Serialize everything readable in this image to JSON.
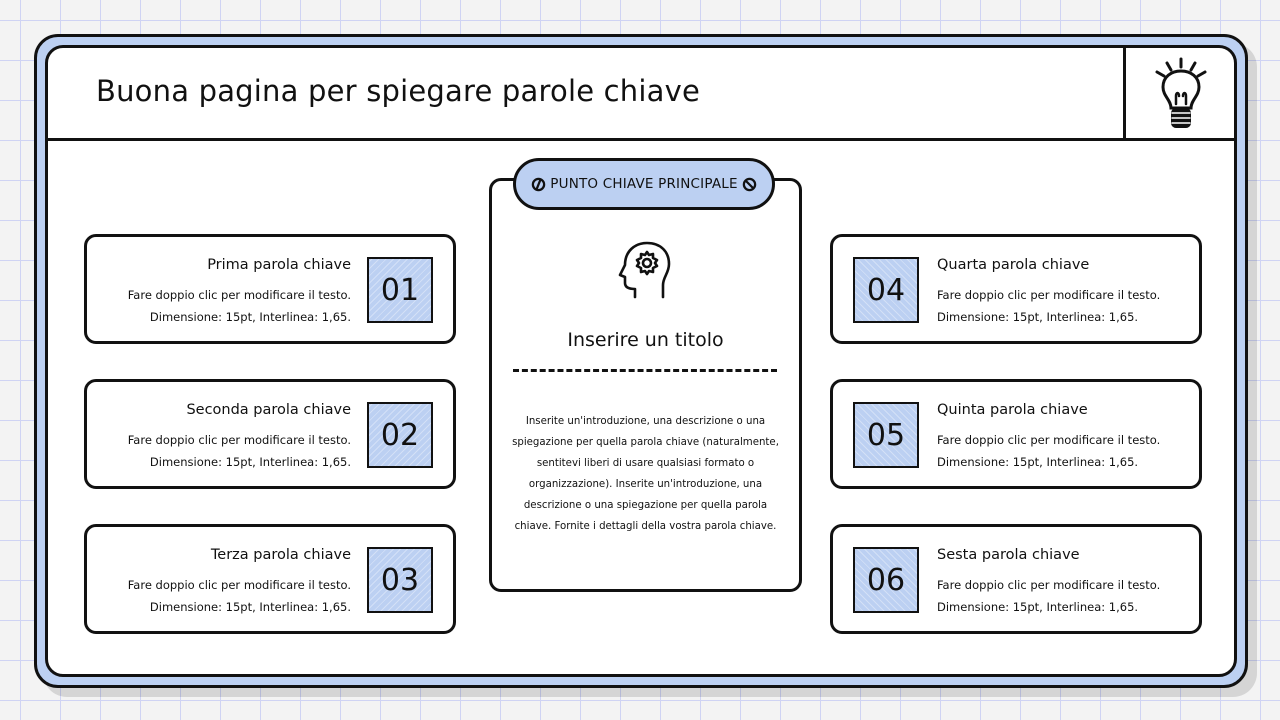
{
  "slide": {
    "title": "Buona pagina per spiegare parole chiave",
    "header_icon": "lightbulb-icon"
  },
  "colors": {
    "accent": "#bcd0f2",
    "border": "#111111",
    "background": "#f3f3f3",
    "grid": "#cfd3f3"
  },
  "center": {
    "pill_label": "PUNTO CHIAVE PRINCIPALE",
    "pill_left_icon": "slashed-circle-icon",
    "pill_right_icon": "prohibited-icon",
    "icon": "head-gear-icon",
    "title": "Inserire un titolo",
    "body": "Inserite un'introduzione, una descrizione o una spiegazione per quella parola chiave (naturalmente, sentitevi liberi di usare qualsiasi formato o organizzazione). Inserite un'introduzione, una descrizione o una spiegazione per quella parola chiave. Fornite i dettagli della vostra parola chiave."
  },
  "cards": [
    {
      "number": "01",
      "keyword": "Prima parola chiave",
      "line1": "Fare doppio clic per modificare il testo.",
      "line2": "Dimensione: 15pt, Interlinea: 1,65."
    },
    {
      "number": "02",
      "keyword": "Seconda parola chiave",
      "line1": "Fare doppio clic per modificare il testo.",
      "line2": "Dimensione: 15pt, Interlinea: 1,65."
    },
    {
      "number": "03",
      "keyword": "Terza parola chiave",
      "line1": "Fare doppio clic per modificare il testo.",
      "line2": "Dimensione: 15pt, Interlinea: 1,65."
    },
    {
      "number": "04",
      "keyword": "Quarta parola chiave",
      "line1": "Fare doppio clic per modificare il testo.",
      "line2": "Dimensione: 15pt, Interlinea: 1,65."
    },
    {
      "number": "05",
      "keyword": "Quinta parola chiave",
      "line1": "Fare doppio clic per modificare il testo.",
      "line2": "Dimensione: 15pt, Interlinea: 1,65."
    },
    {
      "number": "06",
      "keyword": "Sesta parola chiave",
      "line1": "Fare doppio clic per modificare il testo.",
      "line2": "Dimensione: 15pt, Interlinea: 1,65."
    }
  ]
}
